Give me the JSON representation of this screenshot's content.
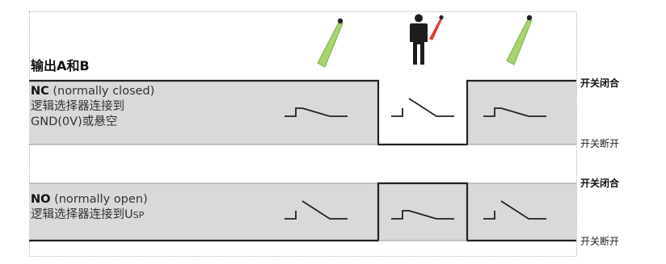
{
  "title": "输出A和B",
  "nc": {
    "abbr": "NC",
    "desc": " (normally closed)",
    "line2": "逻辑选择器连接到",
    "line3": "GND(0V)或悬空"
  },
  "no": {
    "abbr": "NO",
    "desc": " (normally open)",
    "line2_prefix": "逻辑选择器连接到U",
    "line2_sub": "SP"
  },
  "states": {
    "closed": "开关闭合",
    "open": "开关断开"
  },
  "colors": {
    "panel_fill": "#d9d9d9",
    "beam": "#a7d46f",
    "beam_active": "#e23b2b",
    "person": "#1d1d1b"
  },
  "icons": [
    "light-barrier-left-icon",
    "person-icon",
    "light-barrier-right-icon"
  ],
  "switch_symbols": {
    "nc": [
      "closed",
      "open",
      "closed"
    ],
    "no": [
      "open",
      "closed",
      "open"
    ]
  }
}
